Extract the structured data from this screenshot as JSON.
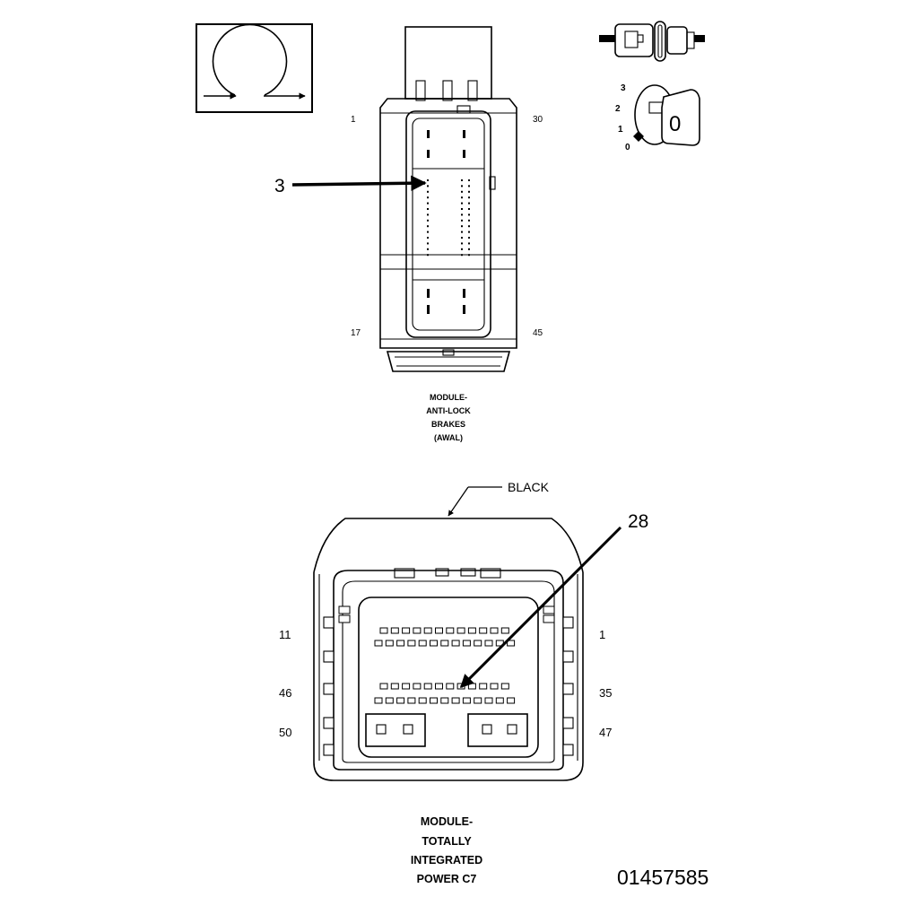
{
  "abs_connector": {
    "pins": {
      "top_left": "1",
      "top_right": "30",
      "bottom_left": "17",
      "bottom_right": "45"
    },
    "callout": "3",
    "caption": [
      "MODULE-",
      "ANTI-LOCK",
      "BRAKES",
      "(AWAL)"
    ]
  },
  "ignition_icon": {
    "positions": [
      "3",
      "2",
      "1",
      "0"
    ],
    "key_label": "0"
  },
  "tipm_connector": {
    "color_label": "BLACK",
    "callout": "28",
    "pins": {
      "left": [
        "11",
        "46",
        "50"
      ],
      "right": [
        "1",
        "35",
        "47"
      ]
    },
    "caption": [
      "MODULE-",
      "TOTALLY",
      "INTEGRATED",
      "POWER C7"
    ]
  },
  "figure_number": "01457585"
}
